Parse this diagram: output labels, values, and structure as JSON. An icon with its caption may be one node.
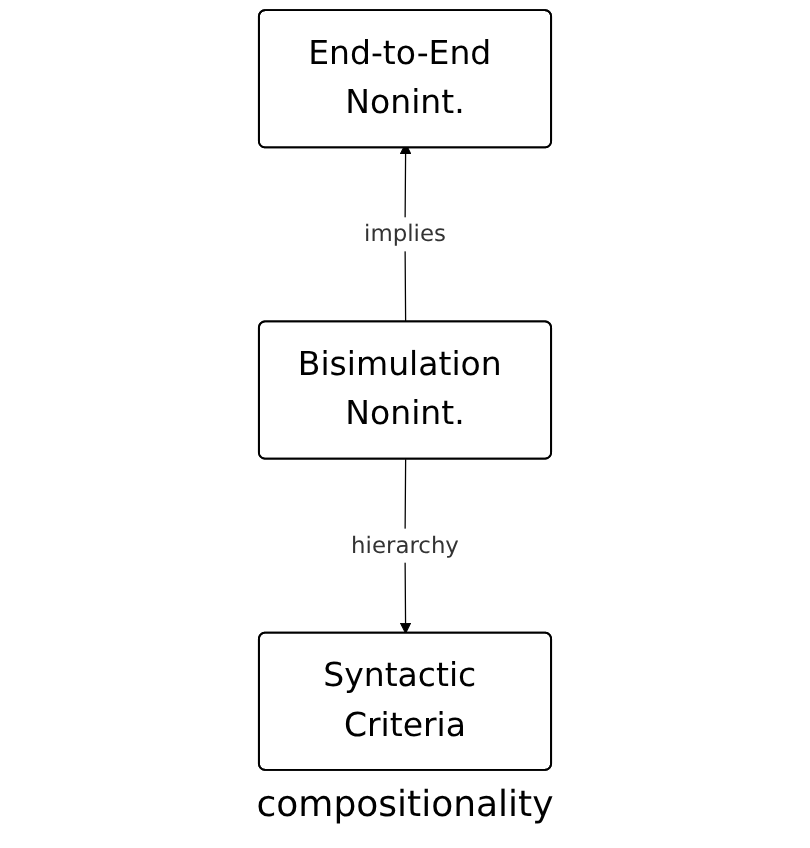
{
  "diagram": {
    "nodes": [
      {
        "text": [
          "End-to-End Nonint."
        ]
      },
      {
        "text": [
          "Bisimulation Nonint."
        ]
      },
      {
        "text": [
          "Syntactic Criteria"
        ]
      }
    ],
    "edges": [
      {
        "from": 1,
        "to": 0,
        "arrow": "to",
        "label": "implies"
      },
      {
        "from": 1,
        "to": 2,
        "arrow": "to",
        "label": "hierarchy"
      }
    ],
    "labels": [
      "compositionality"
    ]
  }
}
